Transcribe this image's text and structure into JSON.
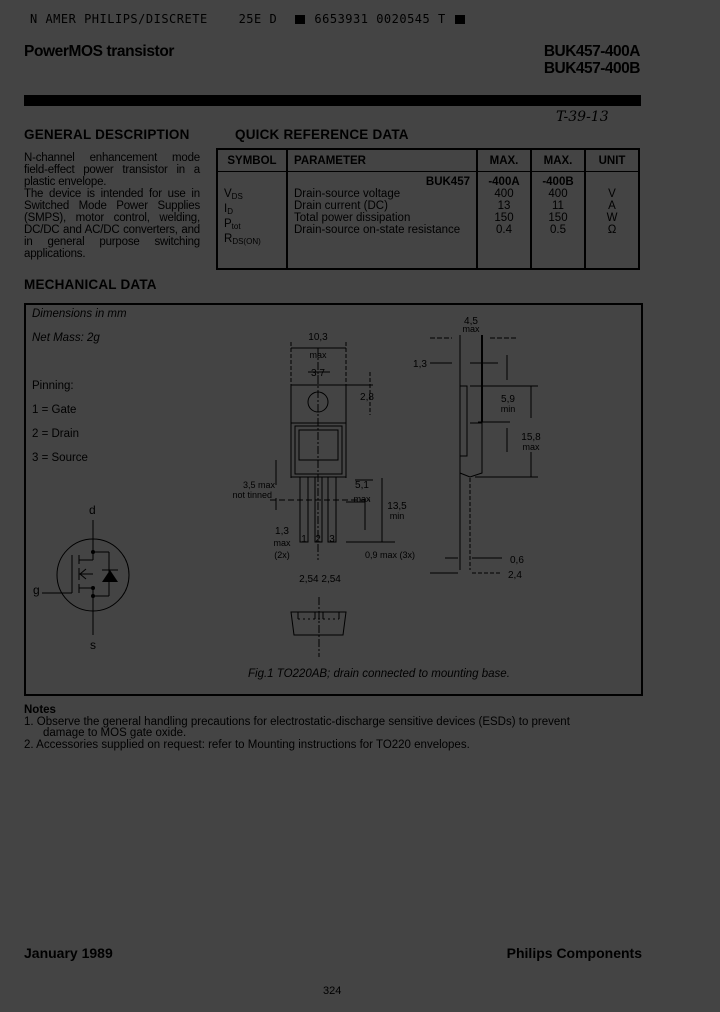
{
  "scan_header": {
    "left": "N AMER PHILIPS/DISCRETE",
    "code": "25E D",
    "numbers": "6653931 0020545 T"
  },
  "header": {
    "title": "PowerMOS transistor",
    "part_numbers": [
      "BUK457-400A",
      "BUK457-400B"
    ],
    "handwritten_note": "T-39-13"
  },
  "general_description": {
    "heading": "GENERAL DESCRIPTION",
    "paragraphs": [
      "N-channel enhancement mode field-effect power transistor in a plastic envelope.",
      "The device is intended for use in Switched Mode Power Supplies (SMPS), motor control, welding, DC/DC and AC/DC converters, and in general purpose switching applications."
    ]
  },
  "quick_reference": {
    "heading": "QUICK REFERENCE DATA",
    "columns": [
      "SYMBOL",
      "PARAMETER",
      "MAX.",
      "MAX.",
      "UNIT"
    ],
    "type_row": {
      "parameter": "BUK457",
      "max_a": "-400A",
      "max_b": "-400B"
    },
    "rows": [
      {
        "symbol": "V",
        "symbol_sub": "DS",
        "parameter": "Drain-source voltage",
        "max_a": "400",
        "max_b": "400",
        "unit": "V"
      },
      {
        "symbol": "I",
        "symbol_sub": "D",
        "parameter": "Drain current (DC)",
        "max_a": "13",
        "max_b": "11",
        "unit": "A"
      },
      {
        "symbol": "P",
        "symbol_sub": "tot",
        "parameter": "Total power dissipation",
        "max_a": "150",
        "max_b": "150",
        "unit": "W"
      },
      {
        "symbol": "R",
        "symbol_sub": "DS(ON)",
        "parameter": "Drain-source on-state resistance",
        "max_a": "0.4",
        "max_b": "0.5",
        "unit": "Ω"
      }
    ]
  },
  "mechanical_data": {
    "heading": "MECHANICAL DATA",
    "dimensions_note": "Dimensions in mm",
    "net_mass": "Net Mass: 2g",
    "pinning_label": "Pinning:",
    "pins": [
      "1 = Gate",
      "2 = Drain",
      "3 = Source"
    ],
    "symbol_labels": {
      "drain": "d",
      "gate": "g",
      "source": "s"
    },
    "front_view_dims": {
      "width": "10,3",
      "width_note": "max",
      "hole": "3,7",
      "hole_offset": "2,8",
      "lead_not_tinned": "3,5 max",
      "lead_not_tinned_note": "not tinned",
      "tab_to_leads": "5,1",
      "tab_to_leads_note": "max",
      "lead_length": "13,5",
      "lead_length_note": "min",
      "lead_width": "1,3",
      "lead_width_note1": "max",
      "lead_width_note2": "(2x)",
      "lead_thickness": "0,9 max (3x)",
      "pitch": "2,54 2,54",
      "pin_numbers": [
        "1",
        "2",
        "3"
      ]
    },
    "side_view_dims": {
      "thickness": "4,5",
      "thickness_note": "max",
      "tab": "1,3",
      "hole_dist": "5,9",
      "hole_dist_note": "min",
      "body_len": "15,8",
      "body_len_note": "max",
      "lead_thk": "0,6",
      "lead_offset": "2,4"
    },
    "figure_caption": "Fig.1 TO220AB; drain connected to mounting base."
  },
  "notes": {
    "heading": "Notes",
    "items": [
      "1. Observe the  general handling precautions for electrostatic-discharge sensitive devices (ESDs) to prevent",
      "damage to MOS gate oxide.",
      "2. Accessories supplied on request: refer to Mounting instructions for TO220 envelopes."
    ]
  },
  "footer": {
    "date": "January 1989",
    "company": "Philips Components",
    "page": "324"
  }
}
